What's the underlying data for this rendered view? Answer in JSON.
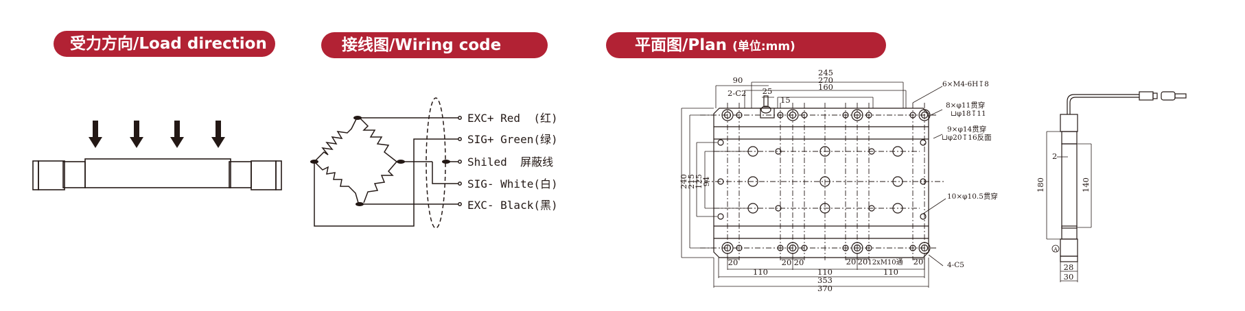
{
  "headers": {
    "load": {
      "title": "受力方向/Load direction"
    },
    "wiring": {
      "title": "接线图/Wiring code"
    },
    "plan": {
      "title": "平面图/Plan",
      "unit": "(单位:mm)"
    }
  },
  "colors": {
    "accent": "#b22234",
    "line": "#231815"
  },
  "wiring": {
    "wires": [
      {
        "signal": "EXC+",
        "color": "Red",
        "cn": "(红)"
      },
      {
        "signal": "SIG+",
        "color": "Green",
        "cn": "(绿)"
      },
      {
        "signal": "Shiled",
        "color": "",
        "cn": "屏蔽线"
      },
      {
        "signal": "SIG-",
        "color": "White",
        "cn": "(白)"
      },
      {
        "signal": "EXC-",
        "color": "Black",
        "cn": "(黑)"
      }
    ],
    "labels": [
      "EXC+ Red  (红)",
      "SIG+ Green(绿)",
      "Shiled  屏蔽线",
      "SIG- White(白)",
      "EXC- Black(黑)"
    ]
  },
  "plan": {
    "top_dims": {
      "d245": "245",
      "d270": "270",
      "d160": "160",
      "d90": "90",
      "d25": "25",
      "d15": "15",
      "chamfer": "2-C2"
    },
    "left_dims": {
      "d240": "240",
      "d215": "215",
      "d125": "125",
      "d94": "94"
    },
    "bottom_dims": {
      "d20": "20",
      "d110": "110",
      "d353": "353",
      "d370": "370",
      "thread": "12xM10通"
    },
    "notes": {
      "n1": "6×M4-6H↧8",
      "n2a": "8×φ11贯穿",
      "n2b": "⊔φ18↧11",
      "n3a": "9×φ14贯穿",
      "n3b": "⊔φ20↧16反面",
      "n4": "10×φ10.5贯穿",
      "n5": "4-C5"
    }
  },
  "side": {
    "d180": "180",
    "d140": "140",
    "d2": "2",
    "d28": "28",
    "d30": "30",
    "mark": "A"
  }
}
